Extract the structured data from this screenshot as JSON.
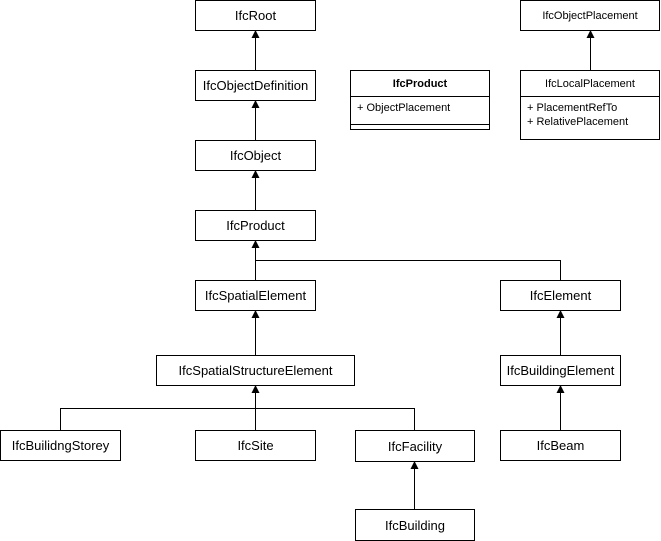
{
  "diagram": {
    "classes": [
      {
        "id": "ifcroot",
        "label": "IfcRoot"
      },
      {
        "id": "ifcobjectdefinition",
        "label": "IfcObjectDefinition"
      },
      {
        "id": "ifcobject",
        "label": "IfcObject"
      },
      {
        "id": "ifcproduct",
        "label": "IfcProduct"
      },
      {
        "id": "ifcspatialelement",
        "label": "IfcSpatialElement"
      },
      {
        "id": "ifcspatialstructureelement",
        "label": "IfcSpatialStructureElement"
      },
      {
        "id": "ifcbuilidngstorey",
        "label": "IfcBuilidngStorey"
      },
      {
        "id": "ifcsite",
        "label": "IfcSite"
      },
      {
        "id": "ifcfacility",
        "label": "IfcFacility"
      },
      {
        "id": "ifcbuilding",
        "label": "IfcBuilding"
      },
      {
        "id": "ifcelement",
        "label": "IfcElement"
      },
      {
        "id": "ifcbuildingelement",
        "label": "IfcBuildingElement"
      },
      {
        "id": "ifcbeam",
        "label": "IfcBeam"
      },
      {
        "id": "ifcobjectplacement",
        "label": "IfcObjectPlacement"
      }
    ],
    "class_details": {
      "product": {
        "title": "IfcProduct",
        "attributes": [
          "+ ObjectPlacement"
        ]
      },
      "localplacement": {
        "title": "IfcLocalPlacement",
        "attributes": [
          "+ PlacementRefTo",
          "+ RelativePlacement"
        ]
      }
    },
    "inheritance": [
      {
        "child": "ifcobjectdefinition",
        "parent": "ifcroot"
      },
      {
        "child": "ifcobject",
        "parent": "ifcobjectdefinition"
      },
      {
        "child": "ifcproduct",
        "parent": "ifcobject"
      },
      {
        "child": "ifcspatialelement",
        "parent": "ifcproduct"
      },
      {
        "child": "ifcelement",
        "parent": "ifcproduct"
      },
      {
        "child": "ifcspatialstructureelement",
        "parent": "ifcspatialelement"
      },
      {
        "child": "ifcbuilidngstorey",
        "parent": "ifcspatialstructureelement"
      },
      {
        "child": "ifcsite",
        "parent": "ifcspatialstructureelement"
      },
      {
        "child": "ifcfacility",
        "parent": "ifcspatialstructureelement"
      },
      {
        "child": "ifcbuilding",
        "parent": "ifcfacility"
      },
      {
        "child": "ifcbuildingelement",
        "parent": "ifcelement"
      },
      {
        "child": "ifcbeam",
        "parent": "ifcbuildingelement"
      },
      {
        "child": "localplacement",
        "parent": "ifcobjectplacement"
      }
    ],
    "arrow_color": "#000000",
    "border_color": "#000000"
  }
}
